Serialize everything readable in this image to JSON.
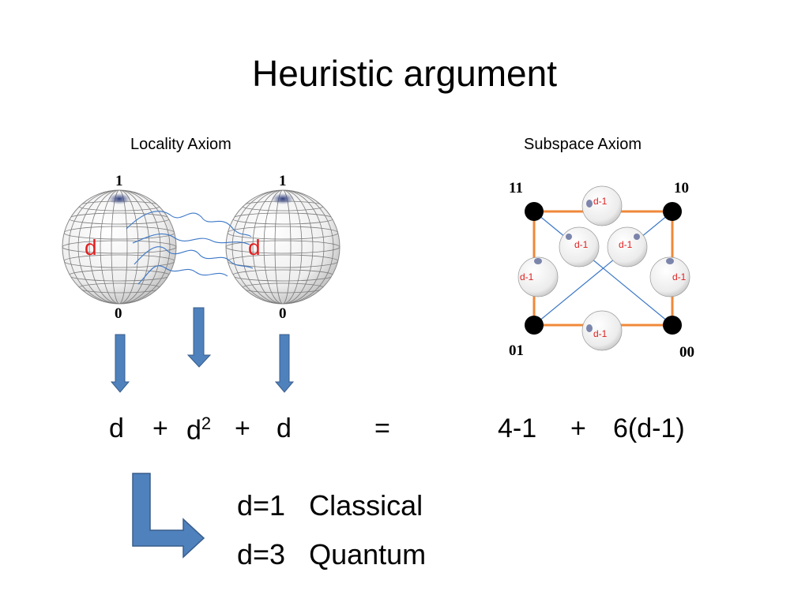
{
  "title": "Heuristic argument",
  "locality": {
    "caption": "Locality Axiom",
    "sphere_left": {
      "top": "1",
      "bottom": "0",
      "dim": "d"
    },
    "sphere_right": {
      "top": "1",
      "bottom": "0",
      "dim": "d"
    }
  },
  "subspace": {
    "caption": "Subspace Axiom",
    "corners": {
      "top_left": "11",
      "top_right": "10",
      "bottom_left": "01",
      "bottom_right": "00"
    },
    "ball_label": "d-1"
  },
  "equation": {
    "lhs_1": "d",
    "plus_1": "+",
    "lhs_2_base": "d",
    "lhs_2_exp": "2",
    "plus_2": "+",
    "lhs_3": "d",
    "equals": "=",
    "rhs_1": "4-1",
    "plus_3": "+",
    "rhs_2": "6(d-1)"
  },
  "results": [
    {
      "value": "d=1",
      "name": "Classical"
    },
    {
      "value": "d=3",
      "name": "Quantum"
    }
  ],
  "colors": {
    "arrow_fill": "#4f81bd",
    "arrow_stroke": "#385d8a",
    "orange_edge": "#f0883a",
    "blue_line": "#3c78c8",
    "red_label": "#e02020"
  }
}
